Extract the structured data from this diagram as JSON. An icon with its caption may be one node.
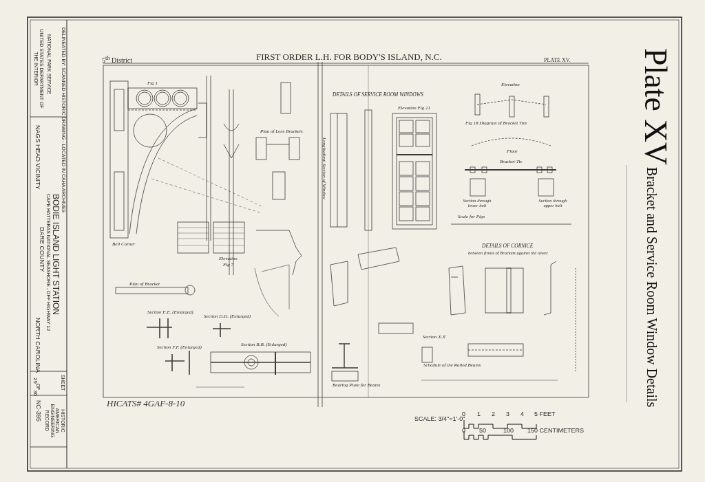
{
  "diagram": {
    "title": "Plate XV",
    "caption": "Bracket and Service Room Window Details",
    "labels": [
      "5$^{th}$ District",
      "FIRST ORDER L.H. FOR BODY'S ISLAND, N.C.",
      "PLATE XV.",
      "UNITED STATES DEPARTMENT OF THE INTERIOR",
      "NATIONAL PARK SERVICE",
      "DELINEATED BY: SCANNED HISTORIC DRAWING - LOCATED IN CAHA ARCHIVES",
      "NAGS HEAD VICINITY",
      "DARE COUNTY",
      "CAPE HATTERAS NATIONAL SEASHORE - OFF HIGHWAY 12",
      "BODIE ISLAND LIGHT STATION",
      "NORTH CAROLINA",
      "29$^{OF}$36",
      "SHEET",
      "NC-395",
      "HISTORIC AMERICAN ENGINEERING RECORD",
      "HICATS# 4GAF-8-10",
      "SCALE: 3/4\"=1'-0\"",
      "0",
      "1",
      "2",
      "3",
      "4",
      "5 FEET",
      "0",
      "50",
      "100",
      "150 CENTIMETERS",
      "Fig 1",
      "Plan of Lens Brackets",
      "Elevation",
      "Fig 7",
      "DETAILS OF SERVICE ROOM WINDOWS",
      "Elevation Fig 21",
      "Longitudinal Section of Window",
      "Elevation",
      "Fig 18 Diagram of Bracket Ties",
      "Floor",
      "Bracket-Tie",
      "Section through lower bolt",
      "Section through upper bolt",
      "Scale for Figs",
      "DETAILS OF CORNICE",
      "between fronts of Brackets against the tower",
      "Plan of Bracket",
      "Section E.E. (Enlarged)",
      "Section D.D. (Enlarged)",
      "Section F.F. (Enlarged)",
      "Section B.B. (Enlarged)",
      "Section X.X'",
      "Schedule of the Rolled Beams",
      "Bearing Plate for Beams",
      "Bell Corner"
    ]
  }
}
